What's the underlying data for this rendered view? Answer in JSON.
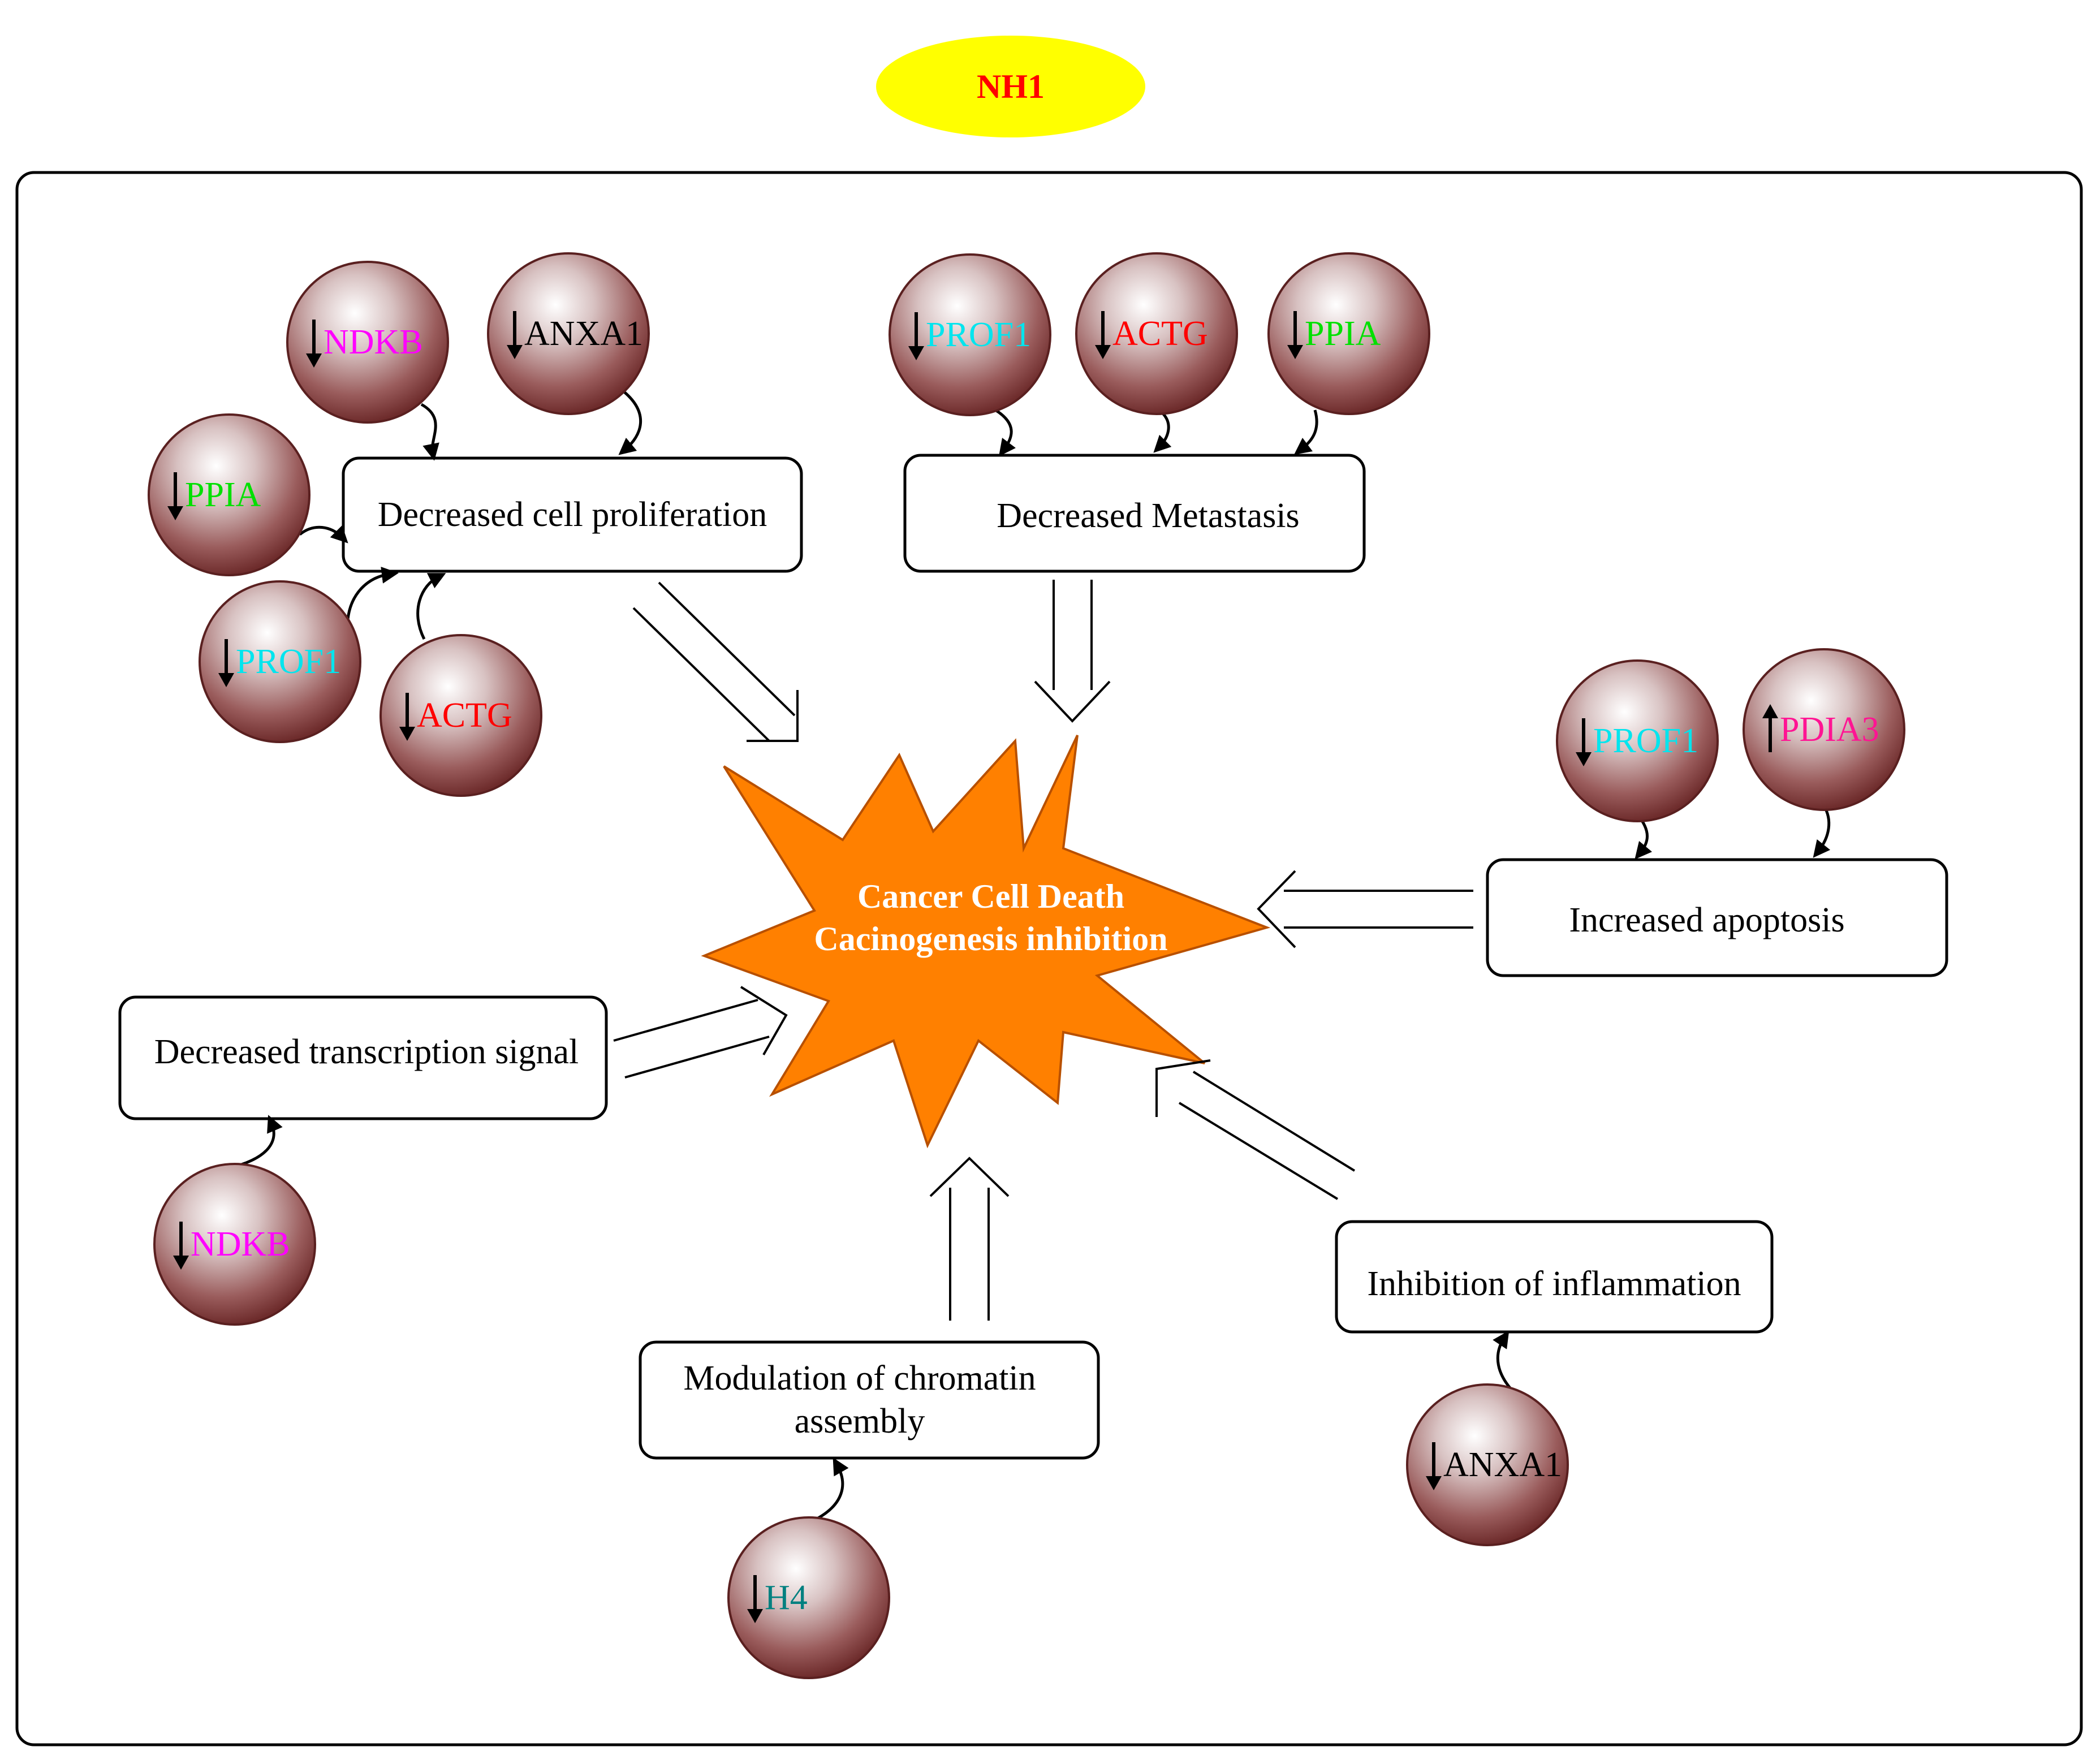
{
  "title": {
    "text": "NH1",
    "color": "#ff0000",
    "fill": "#ffff00"
  },
  "center": {
    "line1": "Cancer Cell Death",
    "line2": "Cacinogenesis inhibition",
    "fill": "#ff8000"
  },
  "boxes": {
    "proliferation": "Decreased cell proliferation",
    "metastasis": "Decreased Metastasis",
    "apoptosis": "Increased apoptosis",
    "transcription": "Decreased transcription signal",
    "chromatin_line1": "Modulation of chromatin",
    "chromatin_line2": "assembly",
    "inflammation": "Inhibition of inflammation"
  },
  "genes": {
    "prolif_ndkb": {
      "label": "NDKB",
      "color": "#ff00ff",
      "direction": "down"
    },
    "prolif_anxa1": {
      "label": "ANXA1",
      "color": "#000000",
      "direction": "down"
    },
    "prolif_ppia": {
      "label": "PPIA",
      "color": "#00e000",
      "direction": "down"
    },
    "prolif_prof1": {
      "label": "PROF1",
      "color": "#00e5ee",
      "direction": "down"
    },
    "prolif_actg": {
      "label": "ACTG",
      "color": "#ff0000",
      "direction": "down"
    },
    "meta_prof1": {
      "label": "PROF1",
      "color": "#00e5ee",
      "direction": "down"
    },
    "meta_actg": {
      "label": "ACTG",
      "color": "#ff0000",
      "direction": "down"
    },
    "meta_ppia": {
      "label": "PPIA",
      "color": "#00e000",
      "direction": "down"
    },
    "apop_prof1": {
      "label": "PROF1",
      "color": "#00e5ee",
      "direction": "down"
    },
    "apop_pdia3": {
      "label": "PDIA3",
      "color": "#ff1493",
      "direction": "up"
    },
    "trans_ndkb": {
      "label": "NDKB",
      "color": "#ff00ff",
      "direction": "down"
    },
    "chrom_h4": {
      "label": "H4",
      "color": "#008080",
      "direction": "down"
    },
    "inflam_anxa1": {
      "label": "ANXA1",
      "color": "#000000",
      "direction": "down"
    }
  }
}
